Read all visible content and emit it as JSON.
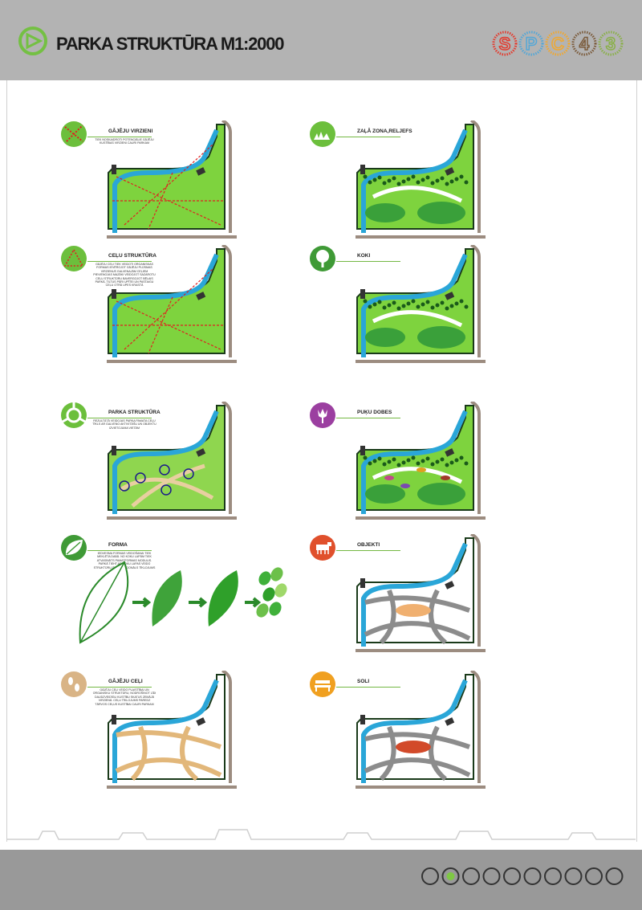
{
  "header": {
    "title": "PARKA STRUKTŪRA M1:2000"
  },
  "logo": {
    "letters": [
      "S",
      "P",
      "C",
      "4",
      "3"
    ],
    "colors": [
      "#e33b2e",
      "#55a7d6",
      "#f0a830",
      "#7a5a3a",
      "#8ab04a"
    ]
  },
  "panels": [
    {
      "id": "gajeju-virzieni",
      "label": "GĀJĒJU VIRZIENI",
      "desc": "TIEK NOSKAIDROTI POTENCIĀLIE GĀJĒJU KUSTĪBAS VIRZIENI CAURI PARKAM",
      "icon_color": "#6cbf3c",
      "icon": "cross-paths-icon"
    },
    {
      "id": "zala-zona",
      "label": "ZAĻĀ ZONA,RELJEFS",
      "desc": "",
      "icon_color": "#6cbf3c",
      "icon": "grass-hill-icon"
    },
    {
      "id": "celju-struktura",
      "label": "CEĻU STRUKTŪRA",
      "desc": "GĀJĒJU CEĻI TIEK VEIDOTI ORGANISKAS FORMAS IEVĒROJOT GĀJĒJU PLŪSMAS VIRZIENUS GALVENAJĀM CEĻIEM PIEVIENOJAS MAZĀKI VEIDOJOT SAZAROTU CEĻU STRUKTŪRU BAVERGOJOT BĒLAIS PARKĀ, TILTUS PĀRI UPĪTEI UN PASTAIGU CEĻU OTRĀ UPES KRASTĀ",
      "icon_color": "#6cbf3c",
      "icon": "triangle-paths-icon"
    },
    {
      "id": "koki",
      "label": "KOKI",
      "desc": "",
      "icon_color": "#3f9a36",
      "icon": "tree-icon"
    },
    {
      "id": "parka-struktura",
      "label": "PARKA STRUKTŪRA",
      "desc": "REZULTĀTĀ VEIDOJAS PARKA PAMATA CEĻU TĪKLS AR GALVENO AKTIVITĀŠU UN OBJEKTU IZVIETOJUMA VIETĀM",
      "icon_color": "#6cbf3c",
      "icon": "roundabout-icon"
    },
    {
      "id": "puku-dobes",
      "label": "PUĶU DOBES",
      "desc": "",
      "icon_color": "#9b3fa0",
      "icon": "flower-icon"
    },
    {
      "id": "forma",
      "label": "FORMA",
      "desc": "IEDVESMA FORMAS VEIDOŠANAI TIEK MEKLĒTA DABĀ. NO KOKU LAPĀM TIEK ATVASINĀTS PAMATFORMAS MODULIS. PARKĀ TIEHT AR KOKU LAPAS VEIDO STRUKTŪRU ITO FUNKCIONĀLS TĪKLOJUMS",
      "icon_color": "#3f9a36",
      "icon": "leaf-icon"
    },
    {
      "id": "objekti",
      "label": "OBJEKTI",
      "desc": "",
      "icon_color": "#e0502c",
      "icon": "cow-icon"
    },
    {
      "id": "gajeju-celi",
      "label": "GĀJĒJU CEĻI",
      "desc": "GĀJĒJU CEĻI VEIDO PLAISTĪBAI UN ORGANISKU STRUKTŪRU, NODROŠINOT LĪDI DAUDZVEIDĪGU KUSTĪBU SKATUS ZEMĀJĀ VIRZIENĀ. CEĻU TĪKLOJUMS PAREDZ TĀRVOS CEĻUS KUSTĪBAI CAURI PARKAM",
      "icon_color": "#d9b486",
      "icon": "footprints-icon"
    },
    {
      "id": "soli",
      "label": "SOLI",
      "desc": "",
      "icon_color": "#f0a020",
      "icon": "bench-icon"
    }
  ],
  "pager": {
    "count": 10,
    "active": 1
  }
}
